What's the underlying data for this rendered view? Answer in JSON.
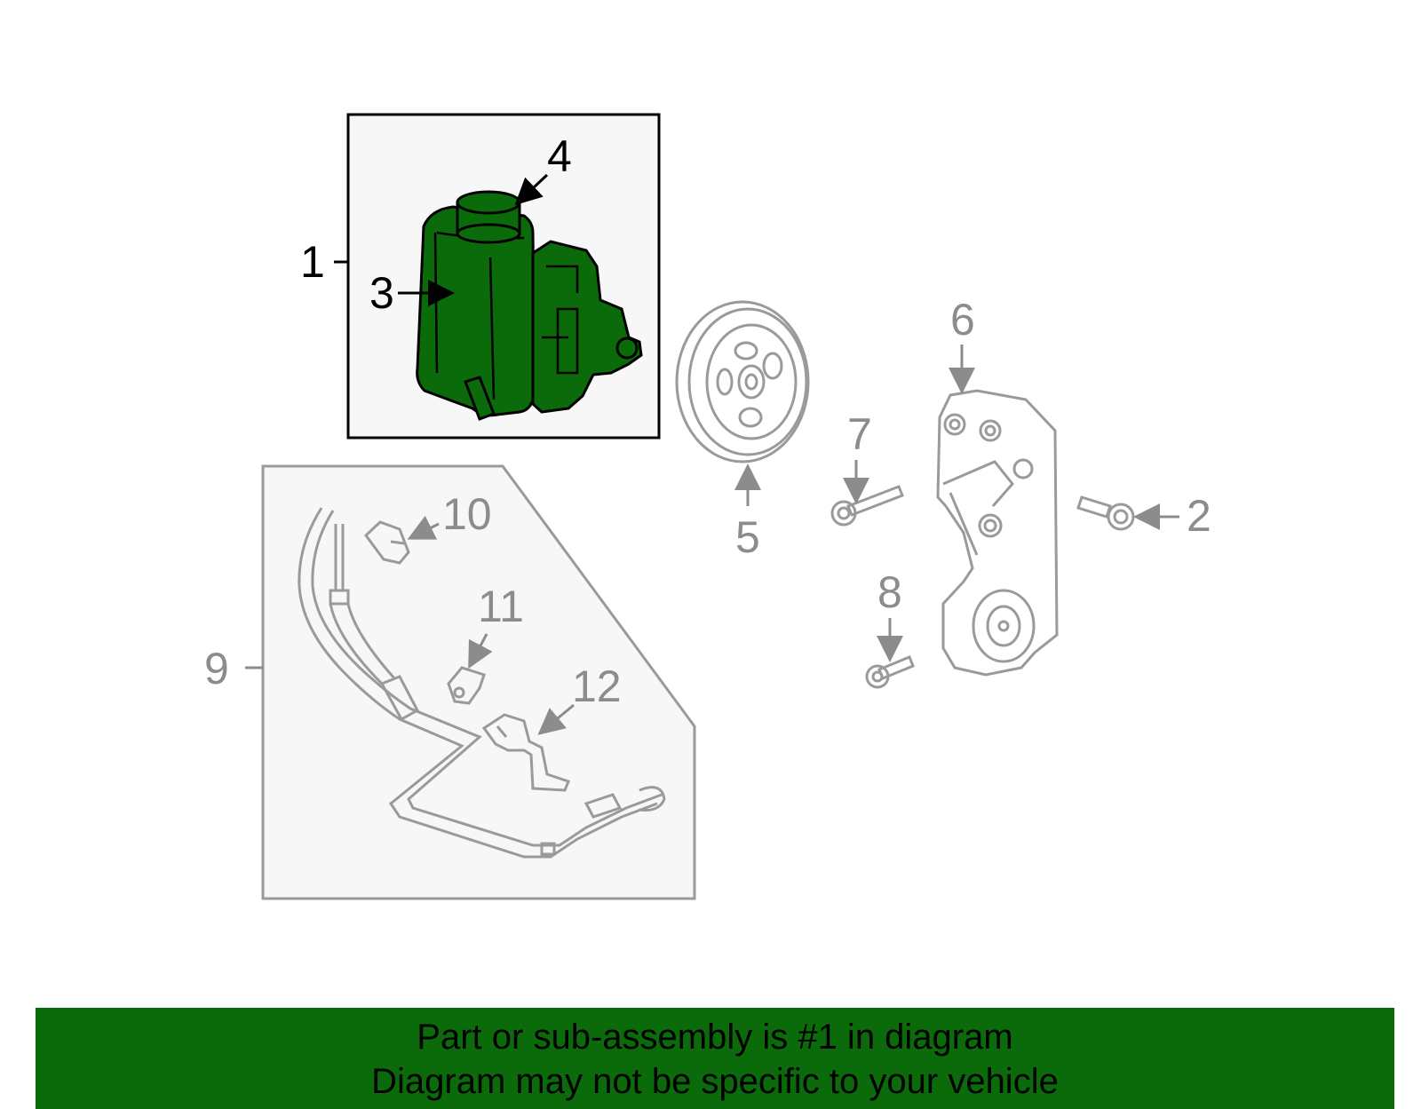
{
  "colors": {
    "highlight_fill": "#0b6b0b",
    "line_grey": "#9a9a9a",
    "label_grey": "#8c8c8c",
    "box_fill": "#f7f7f7",
    "banner_bg": "#0b6b0b"
  },
  "callouts": {
    "c1": "1",
    "c2": "2",
    "c3": "3",
    "c4": "4",
    "c5": "5",
    "c6": "6",
    "c7": "7",
    "c8": "8",
    "c9": "9",
    "c10": "10",
    "c11": "11",
    "c12": "12"
  },
  "banner": {
    "line1": "Part or sub-assembly is #1 in diagram",
    "line2": "Diagram may not be specific to your vehicle"
  }
}
